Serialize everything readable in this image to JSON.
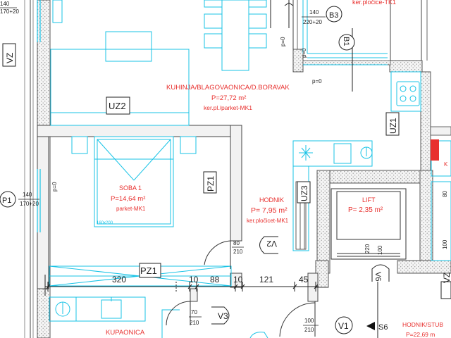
{
  "colors": {
    "room_text": "#e8302e",
    "furniture": "#18c3e6",
    "wall": "#555555",
    "wall_fill": "#f2f2f2",
    "dim": "#222222"
  },
  "rooms": {
    "kitchen": {
      "name": "KUHINJA/BLAGOVAONICA/D.BORAVAK",
      "area": "P=27,72 m²",
      "floor": "ker.pl./parket-MK1"
    },
    "bedroom": {
      "name": "SOBA 1",
      "area": "P=14,64 m²",
      "floor": "parket-MK1",
      "bed": "160x200"
    },
    "hall": {
      "name": "HODNIK",
      "area": "P= 7,95 m²",
      "floor": "ker.pločicet-MK1"
    },
    "lift": {
      "name": "LIFT",
      "area": "P= 2,35 m²"
    },
    "top": {
      "floor": "ker.pločice-TK1"
    },
    "bath": {
      "name": "KUPAONICA"
    },
    "hall2": {
      "name": "HODNIK/STUB",
      "area": "P=22,69 m"
    }
  },
  "tags": {
    "uz2": "UZ2",
    "uz1": "UZ1",
    "uz3": "UZ3",
    "pz1_v": "PZ1",
    "pz1_h": "PZ1",
    "vz_left": "VZ",
    "vz_right": "VZ",
    "b3": "B3",
    "b1": "B1",
    "p1": "P1",
    "v1": "V1",
    "v2": "V2",
    "v3": "V3",
    "v6": "V6",
    "s6": "S6"
  },
  "labels": {
    "p0_a": "p=0",
    "p0_b": "p=0",
    "p0_c": "p=0",
    "p0_left": "p=0",
    "tl_140": "140",
    "tl_170": "170+20",
    "b3_140": "140",
    "b3_220": "220+20",
    "p1_140": "140",
    "p1_170": "170+20",
    "door_v2_w": "80",
    "door_v2_h": "210",
    "door_v3_w": "70",
    "door_v3_h": "210",
    "door_v1_w": "100",
    "door_v1_h": "210",
    "lift_220": "220",
    "lift_100": "100",
    "hall_100": "100",
    "hall_80": "80",
    "k_letter": "K"
  },
  "dims": {
    "d320": "320",
    "d10a": "10",
    "d88": "88",
    "d10b": "10",
    "d121": "121",
    "d45": "45"
  },
  "icons": [
    "stove-icon",
    "sink-icon",
    "washbasin-icon",
    "shower-icon",
    "lift-icon",
    "direction-arrow-icon"
  ]
}
